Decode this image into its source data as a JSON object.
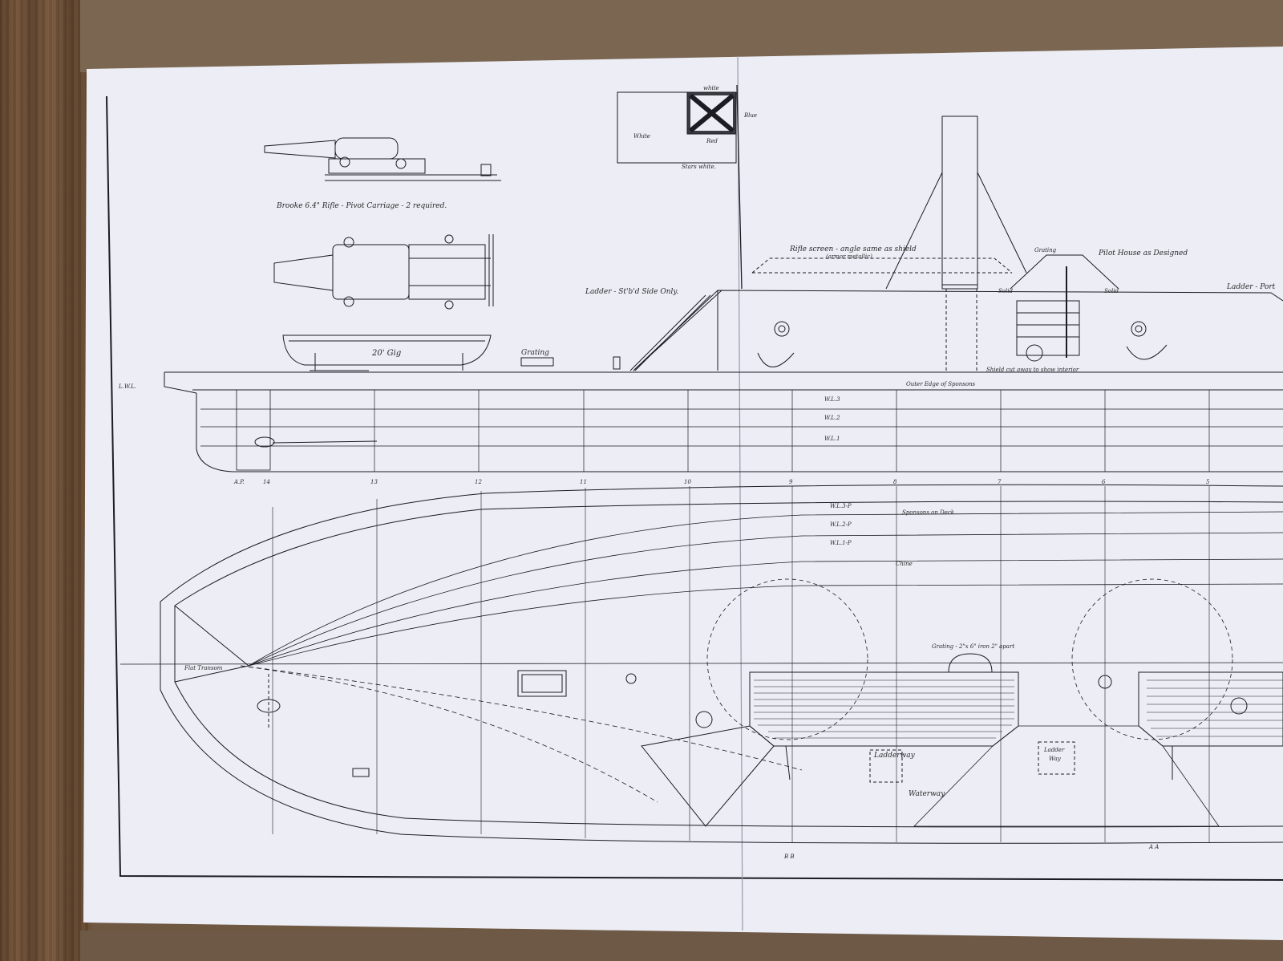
{
  "flag": {
    "white_top": "white",
    "blue": "Blue",
    "white_left": "White",
    "red": "Red",
    "stars": "Stars white."
  },
  "gun": {
    "caption": "Brooke 6.4\" Rifle - Pivot Carriage - 2 required."
  },
  "boat": {
    "caption": "20' Gig"
  },
  "labels": {
    "grating_deck": "Grating",
    "rifle_screen": "Rifle screen - angle same as shield",
    "rifle_screen_sub": "(armor metallic)",
    "ladder_stbd": "Ladder - St'b'd Side Only.",
    "grating_top": "Grating",
    "pilot_house": "Pilot House as Designed",
    "ladder_port": "Ladder - Port",
    "solid_left": "Solid",
    "solid_right": "Solid",
    "shield_cutaway": "Shield cut away to show interior",
    "outer_edge": "Outer Edge of Sponsons",
    "lwl": "L.W.L.",
    "wl3": "W.L.3",
    "wl2": "W.L.2",
    "wl1": "W.L.1"
  },
  "stations": [
    "A.P.",
    "14",
    "13",
    "12",
    "11",
    "10",
    "9",
    "8",
    "7",
    "6",
    "5"
  ],
  "plan": {
    "wl3": "W.L.3-P",
    "wl2": "W.L.2-P",
    "wl1": "W.L.1-P",
    "sponsons": "Sponsons on Deck",
    "chine": "Chine",
    "grating": "Grating - 2\"x 6\" iron 2\" apart",
    "flat_transom": "Flat Transom",
    "ladderway": "Ladderway",
    "ladder_way_1": "Ladder",
    "ladder_way_2": "Way",
    "waterway": "Waterway",
    "section_b": "B B",
    "section_a": "A A"
  },
  "colors": {
    "paper": "#ecedf5",
    "ink": "#1c1c22",
    "wood": "#6a4b31",
    "carpet": "#786450"
  }
}
